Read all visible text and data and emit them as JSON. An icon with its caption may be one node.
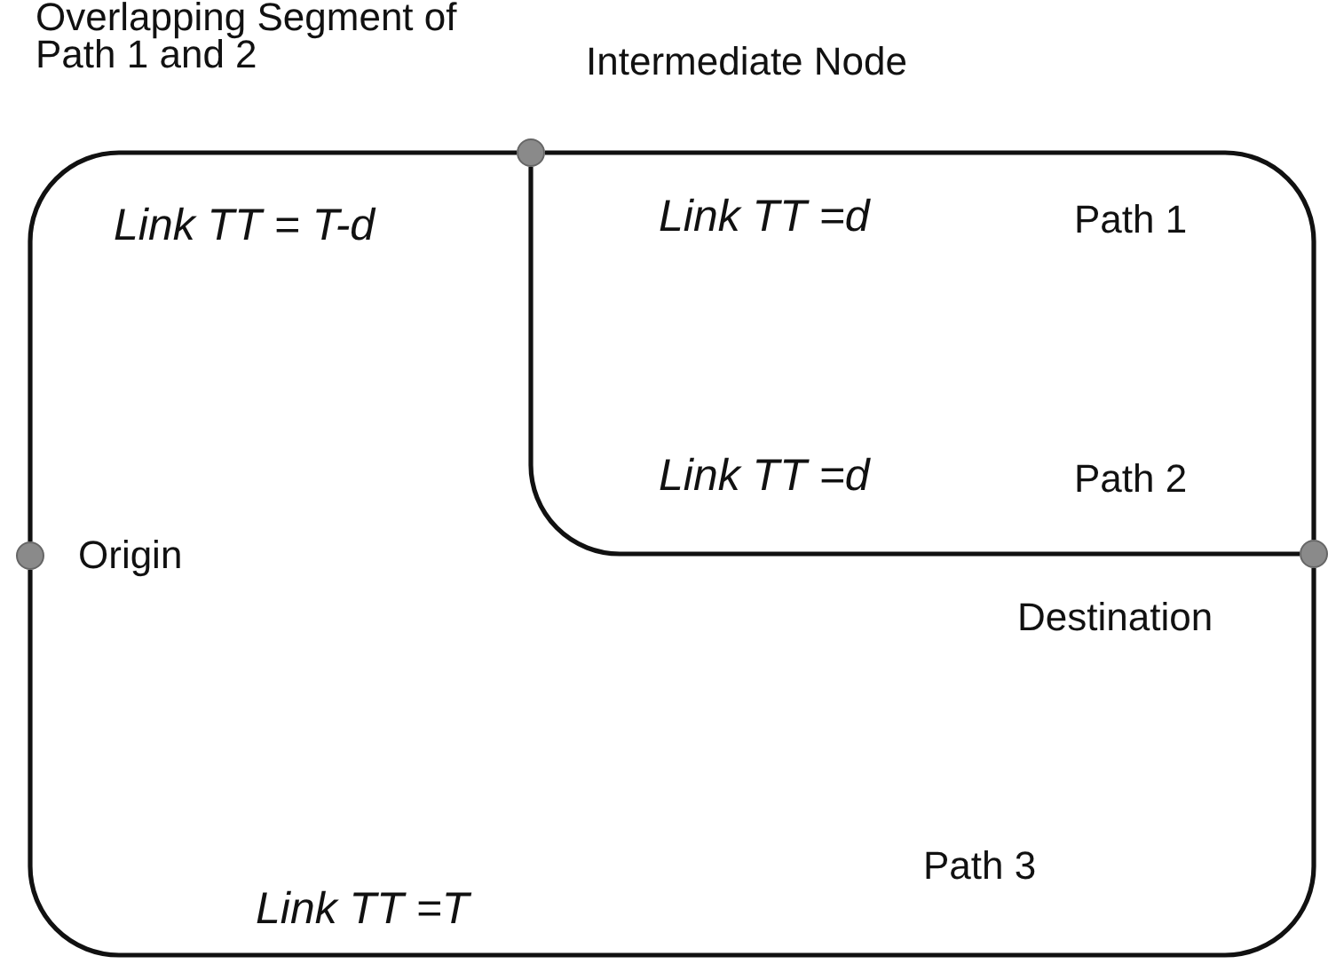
{
  "diagram": {
    "nodes": [
      {
        "text": [],
        "shape": "circle",
        "beside": [
          "Origin"
        ]
      },
      {
        "text": [],
        "shape": "circle",
        "beside": [
          "Intermediate Node"
        ]
      },
      {
        "text": [],
        "shape": "circle",
        "beside": [
          "Destination"
        ]
      }
    ],
    "edges": [
      {
        "from": 0,
        "to": 1,
        "arrow": "none",
        "label": "Link TT = T-d"
      },
      {
        "from": 1,
        "to": 2,
        "arrow": "none",
        "label": "Link TT =d"
      },
      {
        "from": 1,
        "to": 2,
        "arrow": "none",
        "label": "Link TT =d"
      },
      {
        "from": 0,
        "to": 2,
        "arrow": "none",
        "label": "Link TT =T"
      }
    ],
    "labels": [
      "Overlapping Segment of Path 1 and 2",
      "Path 1",
      "Path 2",
      "Path 3"
    ]
  }
}
